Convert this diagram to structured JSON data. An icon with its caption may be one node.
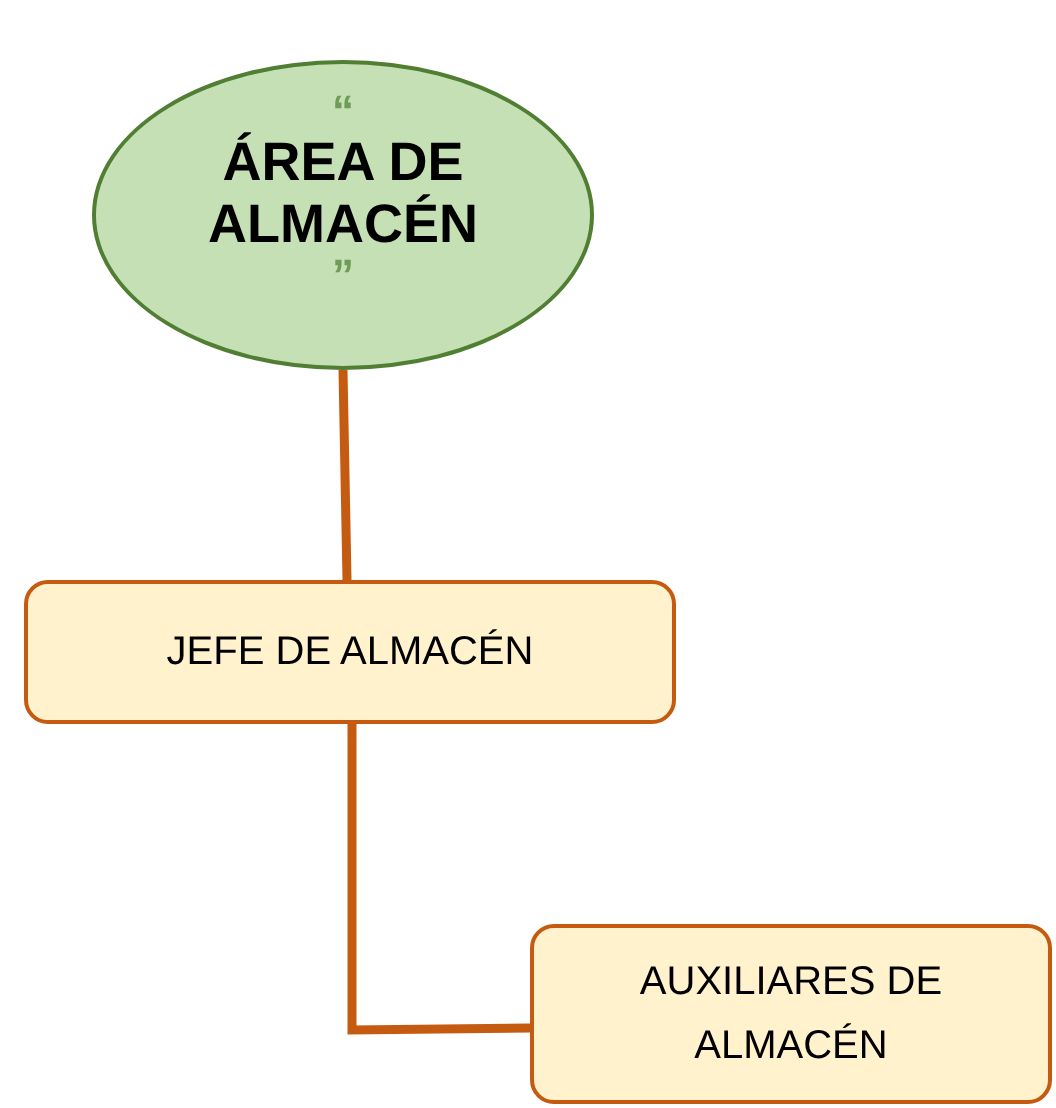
{
  "diagram": {
    "nodes": [
      {
        "text": [
          "“",
          "ÁREA DE ALMACÉN",
          "”"
        ]
      },
      {
        "text": [
          "JEFE DE ALMACÉN"
        ]
      },
      {
        "text": [
          "AUXILIARES DE ALMACÉN"
        ]
      }
    ],
    "edges": [
      {
        "from": 0,
        "to": 1,
        "arrow": "none"
      },
      {
        "from": 1,
        "to": 2,
        "arrow": "none"
      }
    ]
  }
}
